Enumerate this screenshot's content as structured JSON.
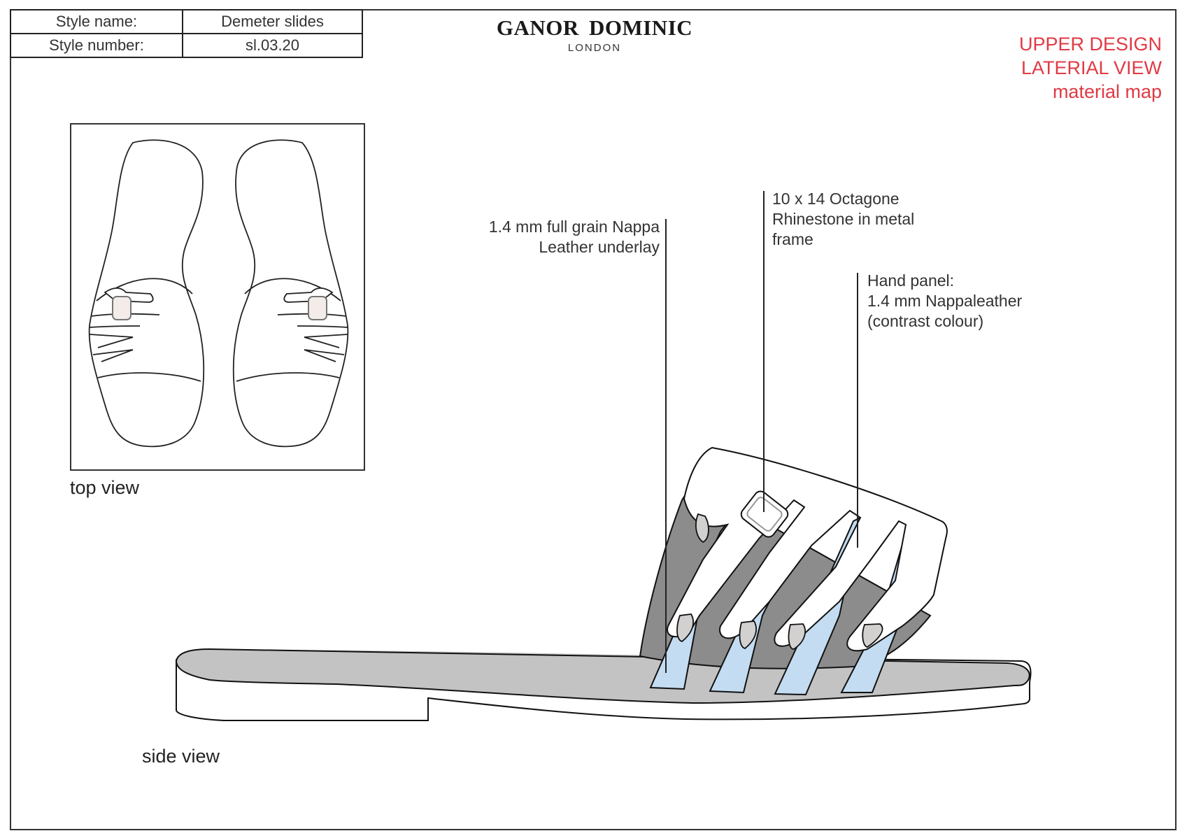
{
  "info_table": {
    "rows": [
      {
        "label": "Style name:",
        "value": "Demeter slides"
      },
      {
        "label": "Style number:",
        "value": "sl.03.20"
      }
    ]
  },
  "brand": {
    "name": "GANOR DOMINIC",
    "city": "LONDON"
  },
  "page_title": {
    "line1": "UPPER DESIGN",
    "line2": "LATERIAL VIEW",
    "line3": "material map",
    "color": "#e03a44"
  },
  "views": {
    "top_view_label": "top view",
    "side_view_label": "side view"
  },
  "callouts": [
    {
      "id": "underlay",
      "lines": [
        "1.4 mm full grain Nappa",
        "Leather underlay"
      ]
    },
    {
      "id": "rhinestone",
      "lines": [
        "10 x 14 Octagone",
        "Rhinestone in metal",
        "frame"
      ]
    },
    {
      "id": "hand-panel",
      "lines": [
        "Hand panel:",
        "1.4 mm  Nappaleather",
        "(contrast colour)"
      ]
    }
  ],
  "material_colors": {
    "underlay_dark": "#8c8c8c",
    "contrast_blue": "#c3dcf2",
    "insole_grey": "#c4c3c4",
    "tip_grey": "#d3d0d0",
    "hand_panel": "#ffffff"
  }
}
